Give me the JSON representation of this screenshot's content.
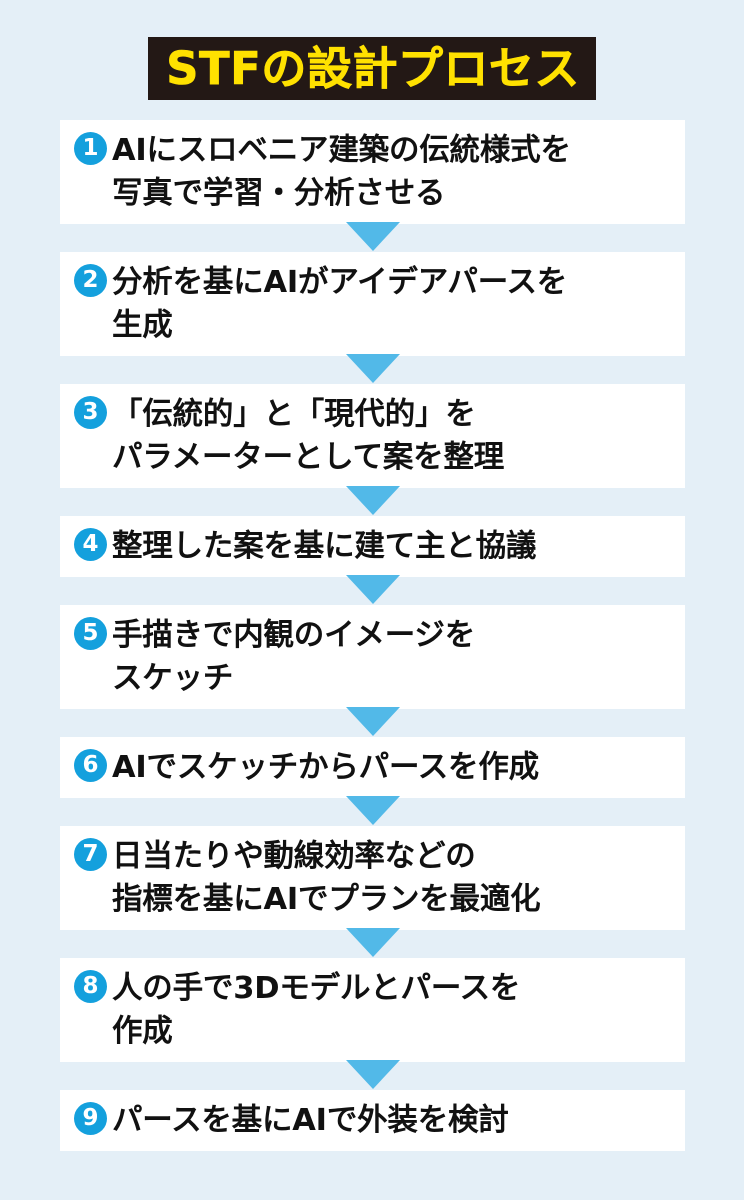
{
  "title": {
    "text": "STFの設計プロセス",
    "text_color": "#ffe100",
    "background_color": "#231815"
  },
  "theme": {
    "page_background": "#e4eff7",
    "box_background": "#ffffff",
    "accent_blue": "#14a0dd",
    "arrow_blue": "#52b9e8",
    "text_color": "#111111"
  },
  "steps": [
    {
      "number": "1",
      "text": "AIにスロベニア建築の伝統様式を\n写真で学習・分析させる"
    },
    {
      "number": "2",
      "text": "分析を基にAIがアイデアパースを\n生成"
    },
    {
      "number": "3",
      "text": "「伝統的」と「現代的」を\nパラメーターとして案を整理"
    },
    {
      "number": "4",
      "text": "整理した案を基に建て主と協議"
    },
    {
      "number": "5",
      "text": "手描きで内観のイメージを\nスケッチ"
    },
    {
      "number": "6",
      "text": "AIでスケッチからパースを作成"
    },
    {
      "number": "7",
      "text": "日当たりや動線効率などの\n指標を基にAIでプランを最適化"
    },
    {
      "number": "8",
      "text": "人の手で3Dモデルとパースを\n作成"
    },
    {
      "number": "9",
      "text": "パースを基にAIで外装を検討"
    }
  ]
}
